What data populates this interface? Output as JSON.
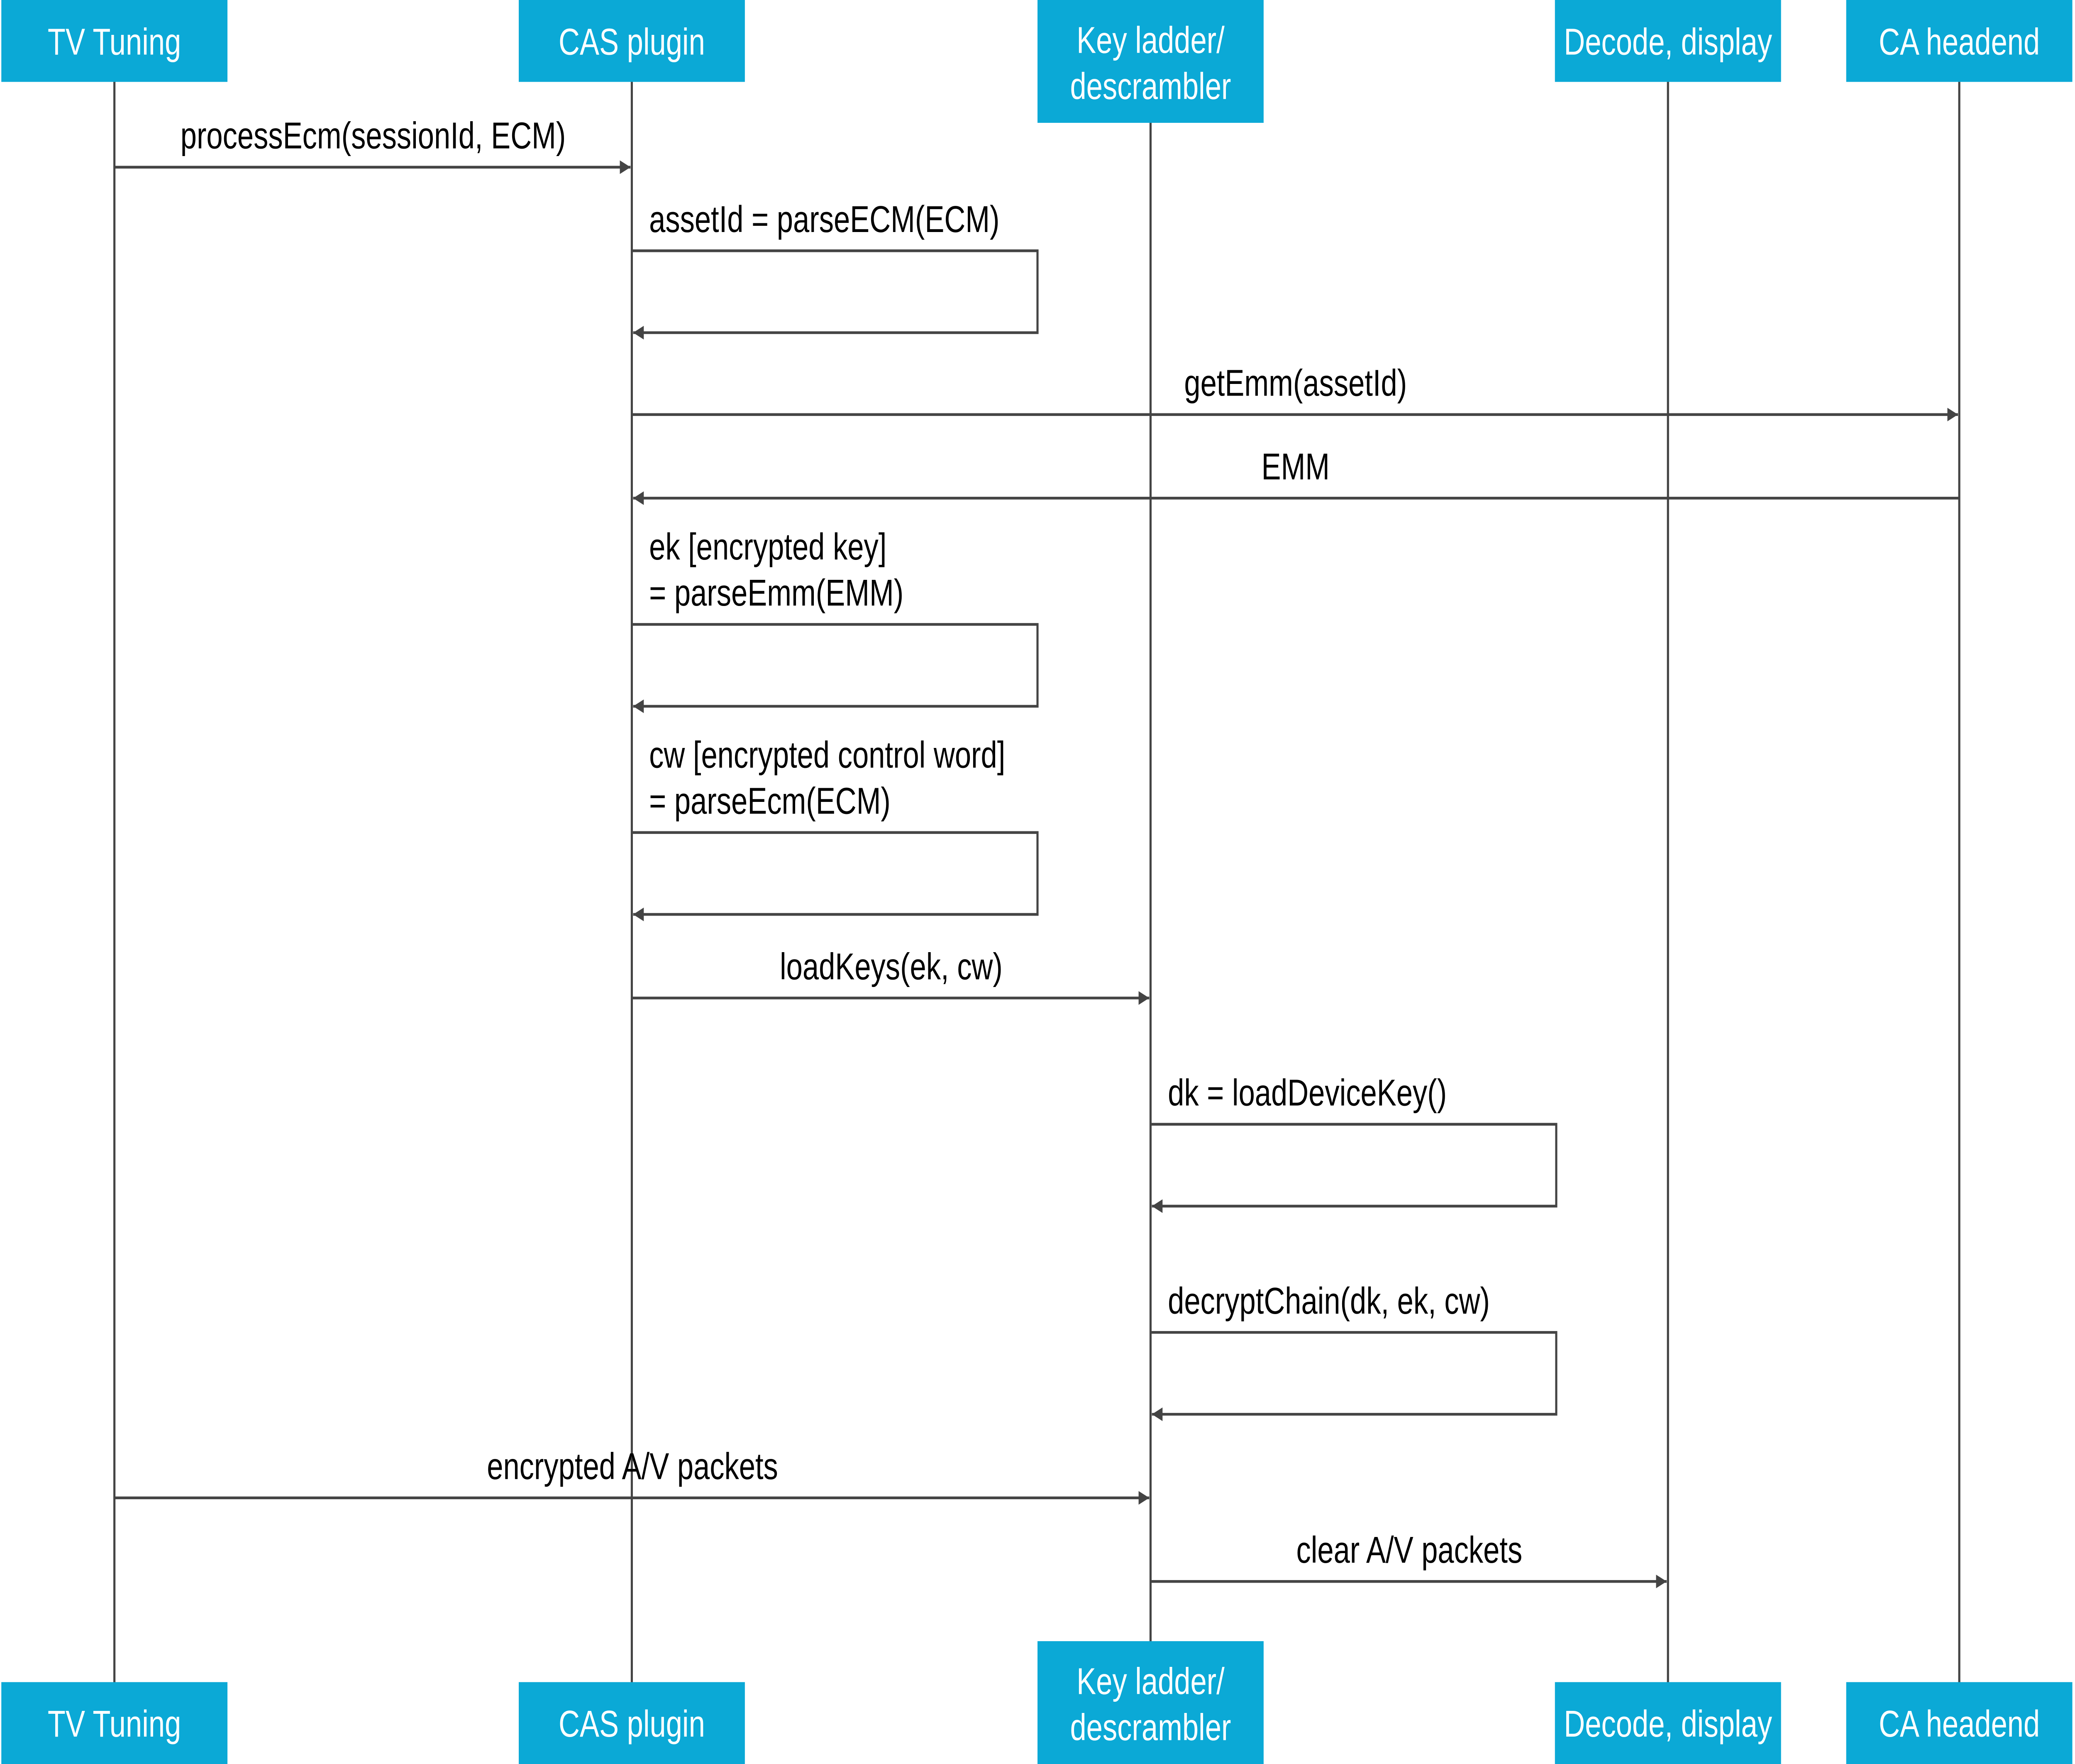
{
  "colors": {
    "header_bg": "#0ba9d6",
    "header_text": "#ffffff",
    "line": "#444444",
    "text": "#000000"
  },
  "participants": [
    {
      "lines": [
        "TV Tuning"
      ]
    },
    {
      "lines": [
        "CAS plugin"
      ]
    },
    {
      "lines": [
        "Key ladder/",
        "descrambler"
      ]
    },
    {
      "lines": [
        "Decode, display"
      ]
    },
    {
      "lines": [
        "CA headend"
      ]
    }
  ],
  "messages": [
    {
      "from": 0,
      "to": 1,
      "lines": [
        "processEcm(sessionId, ECM)"
      ]
    },
    {
      "from": 1,
      "to": 1,
      "lines": [
        "assetId = parseECM(ECM)"
      ]
    },
    {
      "from": 1,
      "to": 4,
      "lines": [
        "getEmm(assetId)"
      ]
    },
    {
      "from": 4,
      "to": 1,
      "lines": [
        "EMM"
      ]
    },
    {
      "from": 1,
      "to": 1,
      "lines": [
        "ek [encrypted key]",
        "= parseEmm(EMM)"
      ]
    },
    {
      "from": 1,
      "to": 1,
      "lines": [
        "cw [encrypted control word]",
        "= parseEcm(ECM)"
      ]
    },
    {
      "from": 1,
      "to": 2,
      "lines": [
        "loadKeys(ek, cw)"
      ]
    },
    {
      "from": 2,
      "to": 2,
      "lines": [
        "dk = loadDeviceKey()"
      ]
    },
    {
      "from": 2,
      "to": 2,
      "lines": [
        "decryptChain(dk, ek, cw)"
      ]
    },
    {
      "from": 0,
      "to": 2,
      "lines": [
        "encrypted A/V packets"
      ]
    },
    {
      "from": 2,
      "to": 3,
      "lines": [
        "clear A/V packets"
      ]
    }
  ]
}
